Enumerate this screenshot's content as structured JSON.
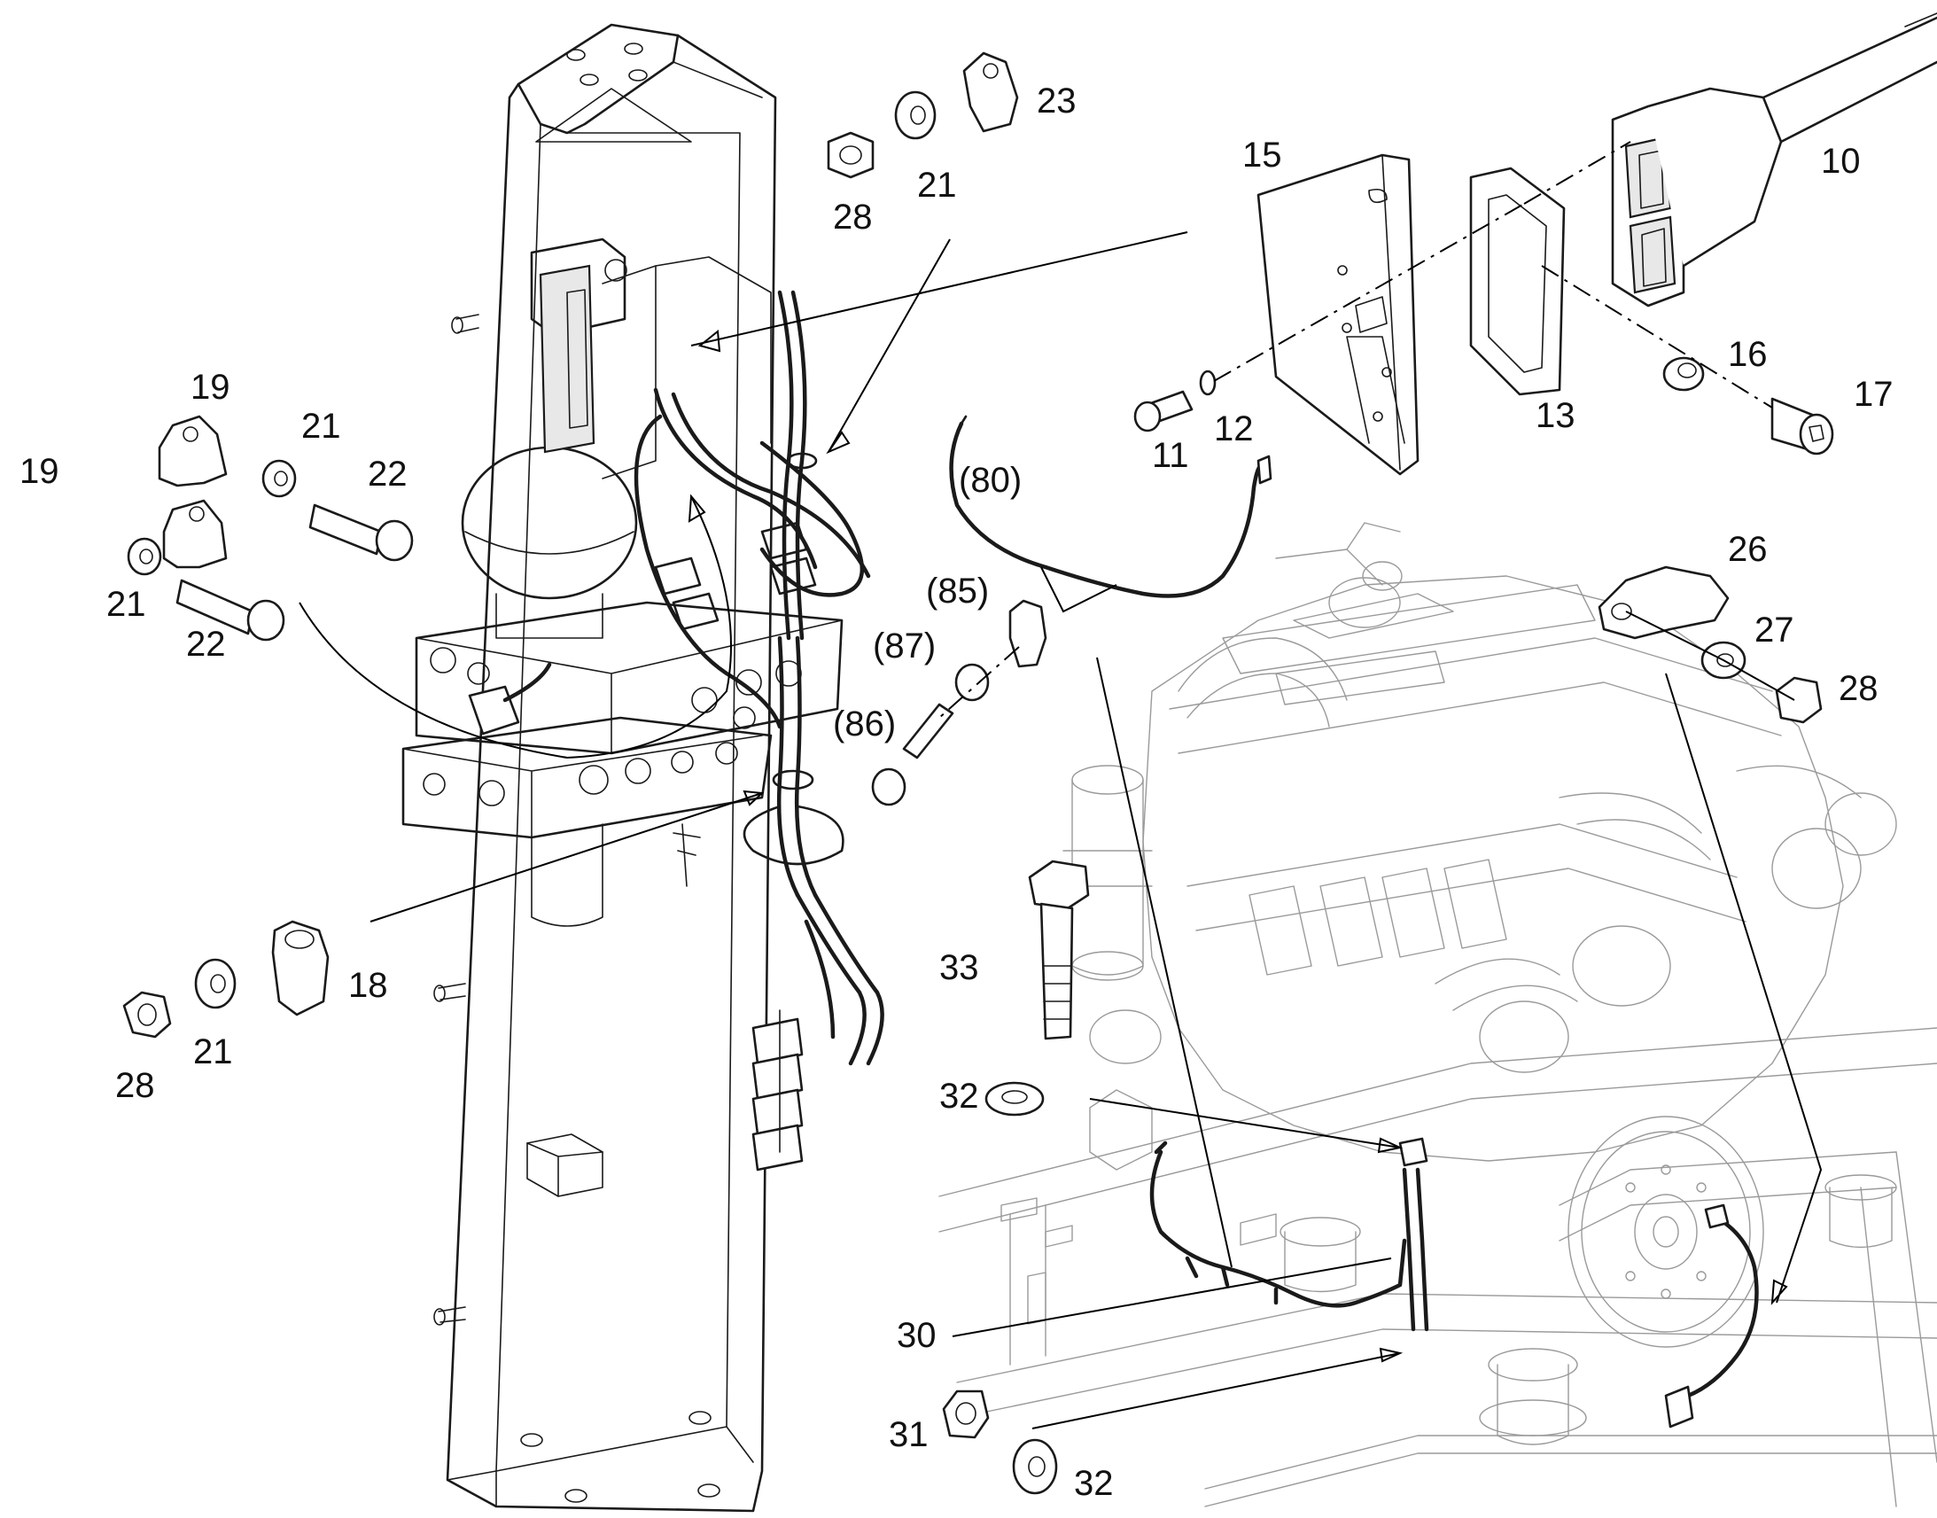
{
  "diagram": {
    "callouts": [
      "10",
      "11",
      "12",
      "13",
      "15",
      "16",
      "17",
      "18",
      "19",
      "19",
      "21",
      "21",
      "21",
      "21",
      "22",
      "22",
      "23",
      "26",
      "27",
      "28",
      "28",
      "28",
      "30",
      "31",
      "32",
      "32",
      "33",
      "(80)",
      "(85)",
      "(86)",
      "(87)"
    ],
    "labels": {
      "c10": "10",
      "c11": "11",
      "c12": "12",
      "c13": "13",
      "c15": "15",
      "c16": "16",
      "c17": "17",
      "c18": "18",
      "c19a": "19",
      "c19b": "19",
      "c21a": "21",
      "c21b": "21",
      "c21c": "21",
      "c21d": "21",
      "c22a": "22",
      "c22b": "22",
      "c23": "23",
      "c26": "26",
      "c27": "27",
      "c28a": "28",
      "c28b": "28",
      "c28c": "28",
      "c30": "30",
      "c31": "31",
      "c32a": "32",
      "c32b": "32",
      "c33": "33",
      "c80": "(80)",
      "c85": "(85)",
      "c86": "(86)",
      "c87": "(87)"
    }
  }
}
